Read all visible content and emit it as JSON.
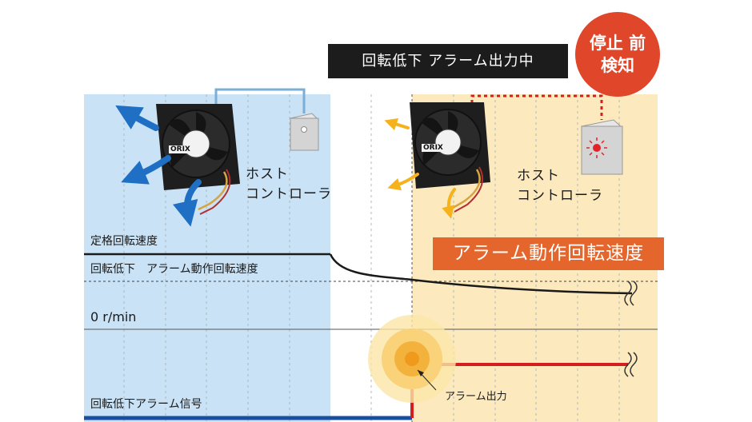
{
  "header": {
    "status_banner": "回転低下 アラーム出力中",
    "badge_line1": "停止 前",
    "badge_line2": "検知"
  },
  "left_scene": {
    "controller_label_line1": "ホスト",
    "controller_label_line2": "コントローラ"
  },
  "right_scene": {
    "controller_label_line1": "ホスト",
    "controller_label_line2": "コントローラ"
  },
  "fan": {
    "brand_text": "ORIX"
  },
  "graph": {
    "rated_speed_label": "定格回転速度",
    "alarm_speed_label": "回転低下　アラーム動作回転速度",
    "zero_label": "0 r/min",
    "signal_label": "回転低下アラーム信号",
    "callout": "アラーム動作回転速度",
    "alarm_output_label": "アラーム出力"
  },
  "colors": {
    "normal_zone": "#c9e2f5",
    "alarm_zone": "#fce9bd",
    "banner": "#1c1c1c",
    "badge": "#e0462a",
    "callout": "#e4662c",
    "signal_low": "#1a4fa0",
    "signal_high": "#d41e1e",
    "arrow_normal": "#1f6fc4",
    "arrow_alarm": "#f5b21a"
  }
}
